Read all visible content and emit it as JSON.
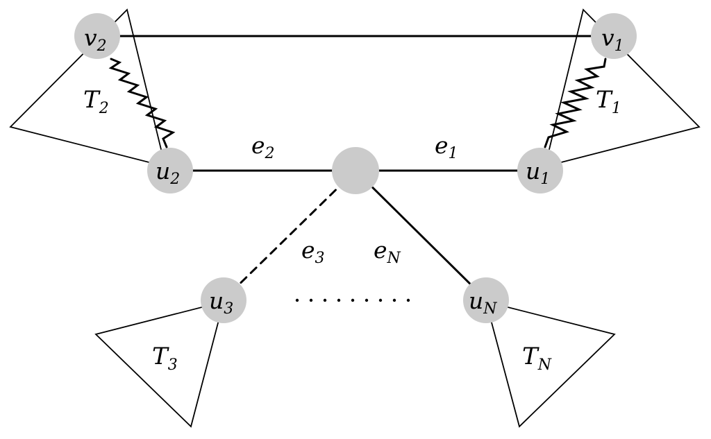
{
  "colors": {
    "node_fill": "#cbcbcb",
    "stroke": "#000000",
    "background": "#ffffff"
  },
  "nodes": {
    "v2": {
      "base": "v",
      "sub": "2"
    },
    "v1": {
      "base": "v",
      "sub": "1"
    },
    "u2": {
      "base": "u",
      "sub": "2"
    },
    "u1": {
      "base": "u",
      "sub": "1"
    },
    "u3": {
      "base": "u",
      "sub": "3"
    },
    "uN": {
      "base": "u",
      "sub": "N"
    }
  },
  "edges": {
    "e1": {
      "base": "e",
      "sub": "1"
    },
    "e2": {
      "base": "e",
      "sub": "2"
    },
    "e3": {
      "base": "e",
      "sub": "3"
    },
    "eN": {
      "base": "e",
      "sub": "N"
    }
  },
  "trees": {
    "T1": {
      "base": "T",
      "sub": "1"
    },
    "T2": {
      "base": "T",
      "sub": "2"
    },
    "T3": {
      "base": "T",
      "sub": "3"
    },
    "TN": {
      "base": "T",
      "sub": "N"
    }
  }
}
